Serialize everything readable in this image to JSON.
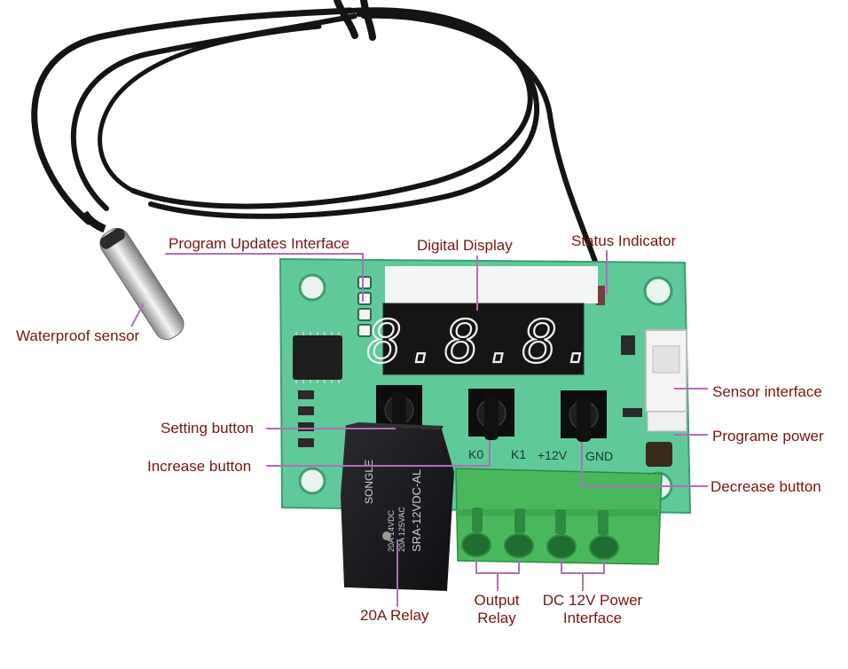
{
  "board": {
    "display_digits": "8.8.8.",
    "terminal_labels": [
      "K0",
      "K1",
      "+12V",
      "GND"
    ],
    "relay_brand": "SONGLE",
    "relay_model": "SRA-12VDC-AL",
    "relay_rating_1": "20A 14VDC",
    "relay_rating_2": "20A 125VAC"
  },
  "labels": {
    "program_updates": "Program Updates Interface",
    "digital_display": "Digital Display",
    "status_indicator": "Status Indicator",
    "waterproof_sensor": "Waterproof sensor",
    "sensor_interface": "Sensor interface",
    "setting_button": "Setting button",
    "programe_power": "Programe power",
    "increase_button": "Increase button",
    "decrease_button": "Decrease button",
    "relay_20a": "20A Relay",
    "output_relay_1": "Output",
    "output_relay_2": "Relay",
    "dc_power_1": "DC 12V Power",
    "dc_power_2": "Interface"
  },
  "colors": {
    "label": "#7b1414",
    "leader": "#b06fb7",
    "pcb": "#5fc99a",
    "terminal": "#49b85c",
    "relay": "#1b1b1e",
    "display_segment": "#f2f2f2"
  }
}
